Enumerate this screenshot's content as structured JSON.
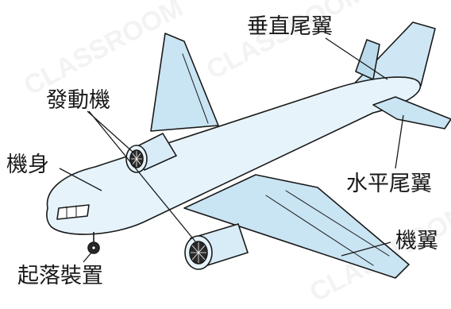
{
  "diagram": {
    "labels": {
      "vertical_tail": "垂直尾翼",
      "engine": "發動機",
      "fuselage": "機身",
      "horizontal_tail": "水平尾翼",
      "wing": "機翼",
      "landing_gear": "起落裝置"
    },
    "watermark": "CLASSROOM"
  },
  "colors": {
    "body_fill": "#e6f3fb",
    "wing_fill": "#c9e4f3",
    "outline": "#1a1a1a",
    "window_fill": "#ffffff"
  }
}
